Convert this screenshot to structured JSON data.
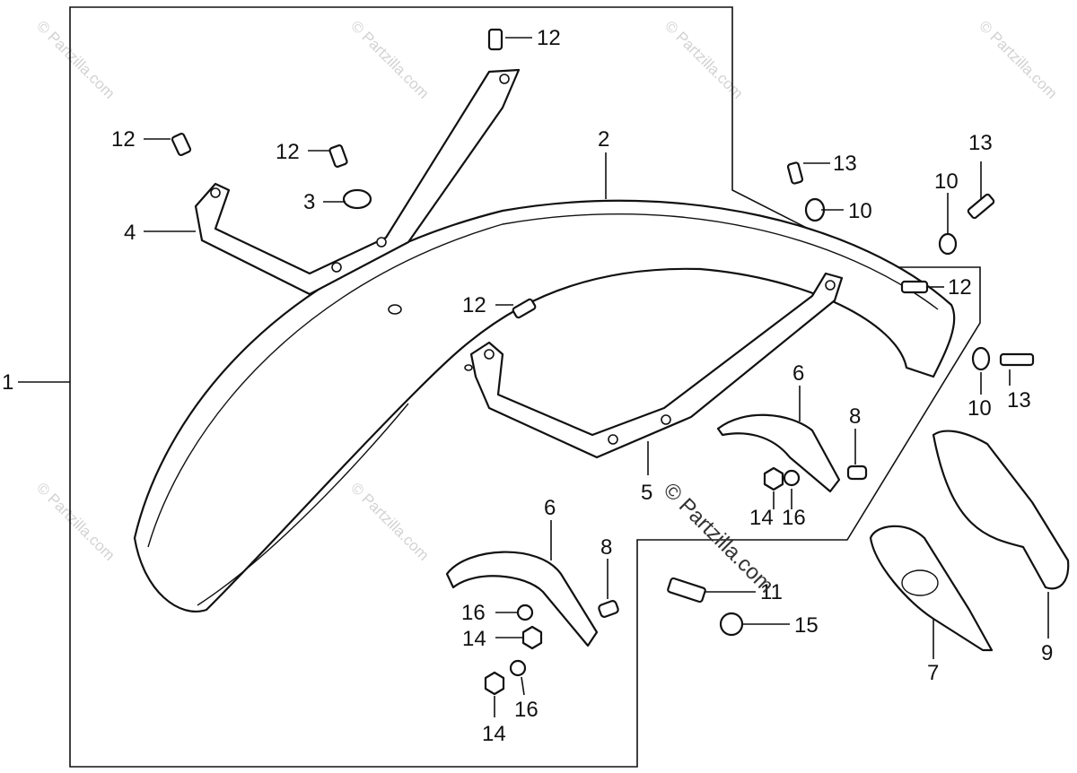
{
  "callouts": {
    "c1": "1",
    "c2": "2",
    "c3": "3",
    "c4": "4",
    "c5": "5",
    "c6a": "6",
    "c6b": "6",
    "c7": "7",
    "c8a": "8",
    "c8b": "8",
    "c9": "9",
    "c10a": "10",
    "c10b": "10",
    "c10c": "10",
    "c11": "11",
    "c12a": "12",
    "c12b": "12",
    "c12c": "12",
    "c12d": "12",
    "c12e": "12",
    "c13a": "13",
    "c13b": "13",
    "c13c": "13",
    "c14a": "14",
    "c14b": "14",
    "c14c": "14",
    "c15": "15",
    "c16a": "16",
    "c16b": "16",
    "c16c": "16"
  },
  "watermark": {
    "text": "© Partzilla.com"
  }
}
